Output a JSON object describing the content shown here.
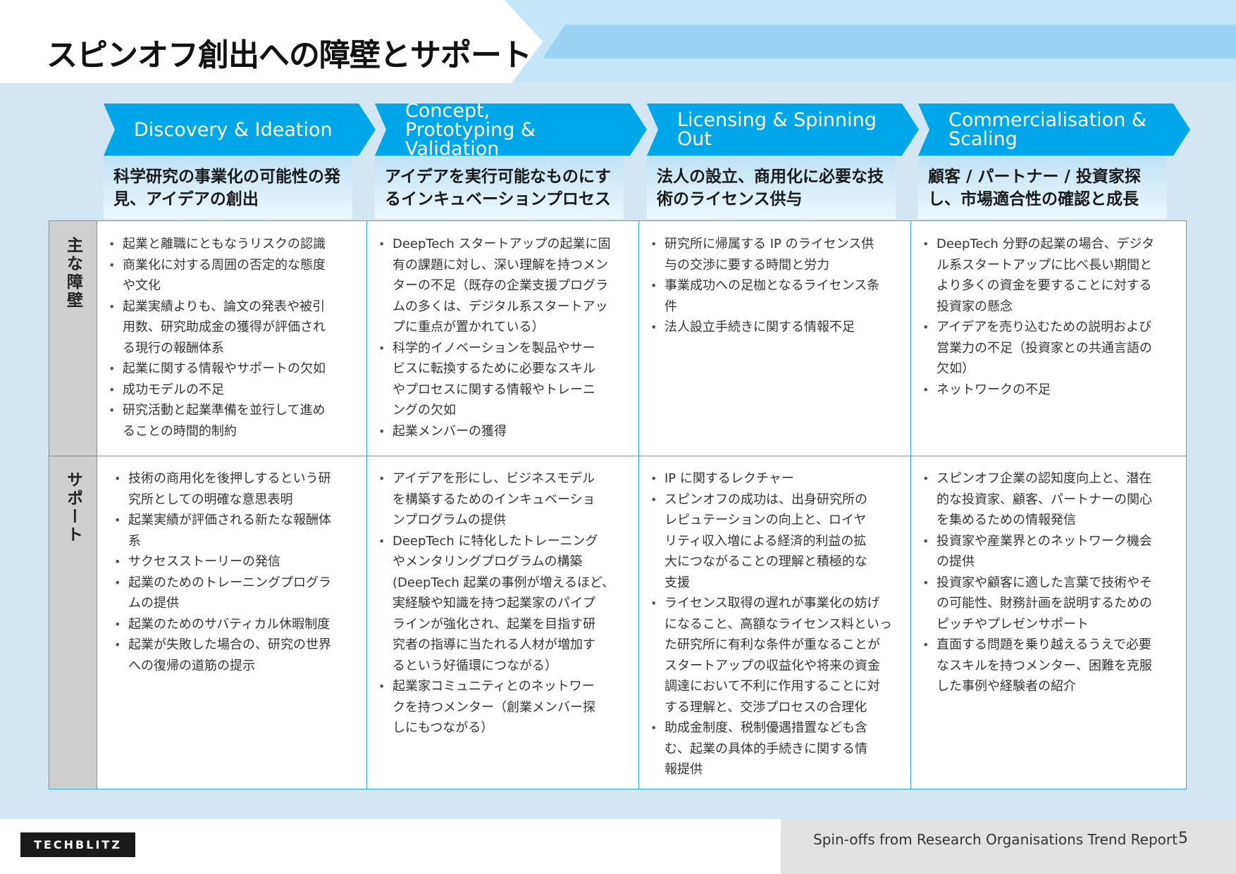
{
  "title": "スピンオフ創出への障壁とサポート",
  "stages": [
    {
      "label": "Discovery & Ideation",
      "sub": "科学研究の事業化の可能性の発\n見、アイデアの創出"
    },
    {
      "label": "Concept,\nPrototyping & Validation",
      "sub": "アイデアを実行可能なものにす\nるインキュベーションプロセス"
    },
    {
      "label": "Licensing & Spinning Out",
      "sub": "法人の設立、商用化に必要な技\n術のライセンス供与"
    },
    {
      "label": "Commercialisation &\nScaling",
      "sub": "顧客 / パートナー / 投資家探\nし、市場適合性の確認と成長"
    }
  ],
  "rows": [
    {
      "label": "主な障壁",
      "cells": [
        [
          "起業と離職にともなうリスクの認識",
          "商業化に対する周囲の否定的な態度\nや文化",
          "起業実績よりも、論文の発表や被引\n用数、研究助成金の獲得が評価され\nる現行の報酬体系",
          "起業に関する情報やサポートの欠如",
          "成功モデルの不足",
          "研究活動と起業準備を並行して進め\nることの時間的制約"
        ],
        [
          "DeepTech スタートアップの起業に固\n有の課題に対し、深い理解を持つメン\nターの不足（既存の企業支援プログラ\nムの多くは、デジタル系スタートアッ\nプに重点が置かれている）",
          "科学的イノベーションを製品やサー\nビスに転換するために必要なスキル\nやプロセスに関する情報やトレーニ\nングの欠如",
          "起業メンバーの獲得"
        ],
        [
          "研究所に帰属する IP のライセンス供\n与の交渉に要する時間と労力",
          "事業成功への足枷となるライセンス条\n件",
          "法人設立手続きに関する情報不足"
        ],
        [
          "DeepTech 分野の起業の場合、デジタ\nル系スタートアップに比べ長い期間と\nより多くの資金を要することに対する\n投資家の懸念",
          "アイデアを売り込むための説明および\n営業力の不足（投資家との共通言語の\n欠如）",
          "ネットワークの不足"
        ]
      ]
    },
    {
      "label": "サポート",
      "cells": [
        [
          "技術の商用化を後押しするという研\n究所としての明確な意思表明",
          "起業実績が評価される新たな報酬体\n系",
          "サクセスストーリーの発信",
          "起業のためのトレーニングプログラ\nムの提供",
          "起業のためのサバティカル休暇制度",
          "起業が失敗した場合の、研究の世界\nへの復帰の道筋の提示"
        ],
        [
          "アイデアを形にし、ビジネスモデル\nを構築するためのインキュベーショ\nンプログラムの提供",
          "DeepTech に特化したトレーニング\nやメンタリングプログラムの構築\n(DeepTech 起業の事例が増えるほど、\n実経験や知識を持つ起業家のパイプ\nラインが強化され、起業を目指す研\n究者の指導に当たれる人材が増加す\nるという好循環につながる）",
          "起業家コミュニティとのネットワー\nクを持つメンター（創業メンバー探\nしにもつながる）"
        ],
        [
          "IP に関するレクチャー",
          "スピンオフの成功は、出身研究所の\nレピュテーションの向上と、ロイヤ\nリティ収入増による経済的利益の拡\n大につながることの理解と積極的な\n支援",
          "ライセンス取得の遅れが事業化の妨げ\nになること、高額なライセンス料といっ\nた研究所に有利な条件が重なることが\nスタートアップの収益化や将来の資金\n調達において不利に作用することに対\nする理解と、交渉プロセスの合理化",
          "助成金制度、税制優遇措置なども含\nむ、起業の具体的手続きに関する情\n報提供"
        ],
        [
          "スピンオフ企業の認知度向上と、潜在\n的な投資家、顧客、パートナーの関心\nを集めるための情報発信",
          "投資家や産業界とのネットワーク機会\nの提供",
          "投資家や顧客に適した言葉で技術やそ\nの可能性、財務計画を説明するための\nピッチやプレゼンサポート",
          "直面する問題を乗り越えるうえで必要\nなスキルを持つメンター、困難を克服\nした事例や経験者の紹介"
        ]
      ]
    }
  ],
  "footer": {
    "logo": "TECHBLITZ",
    "report": "Spin-offs from Research Organisations Trend Report",
    "page": "5"
  }
}
